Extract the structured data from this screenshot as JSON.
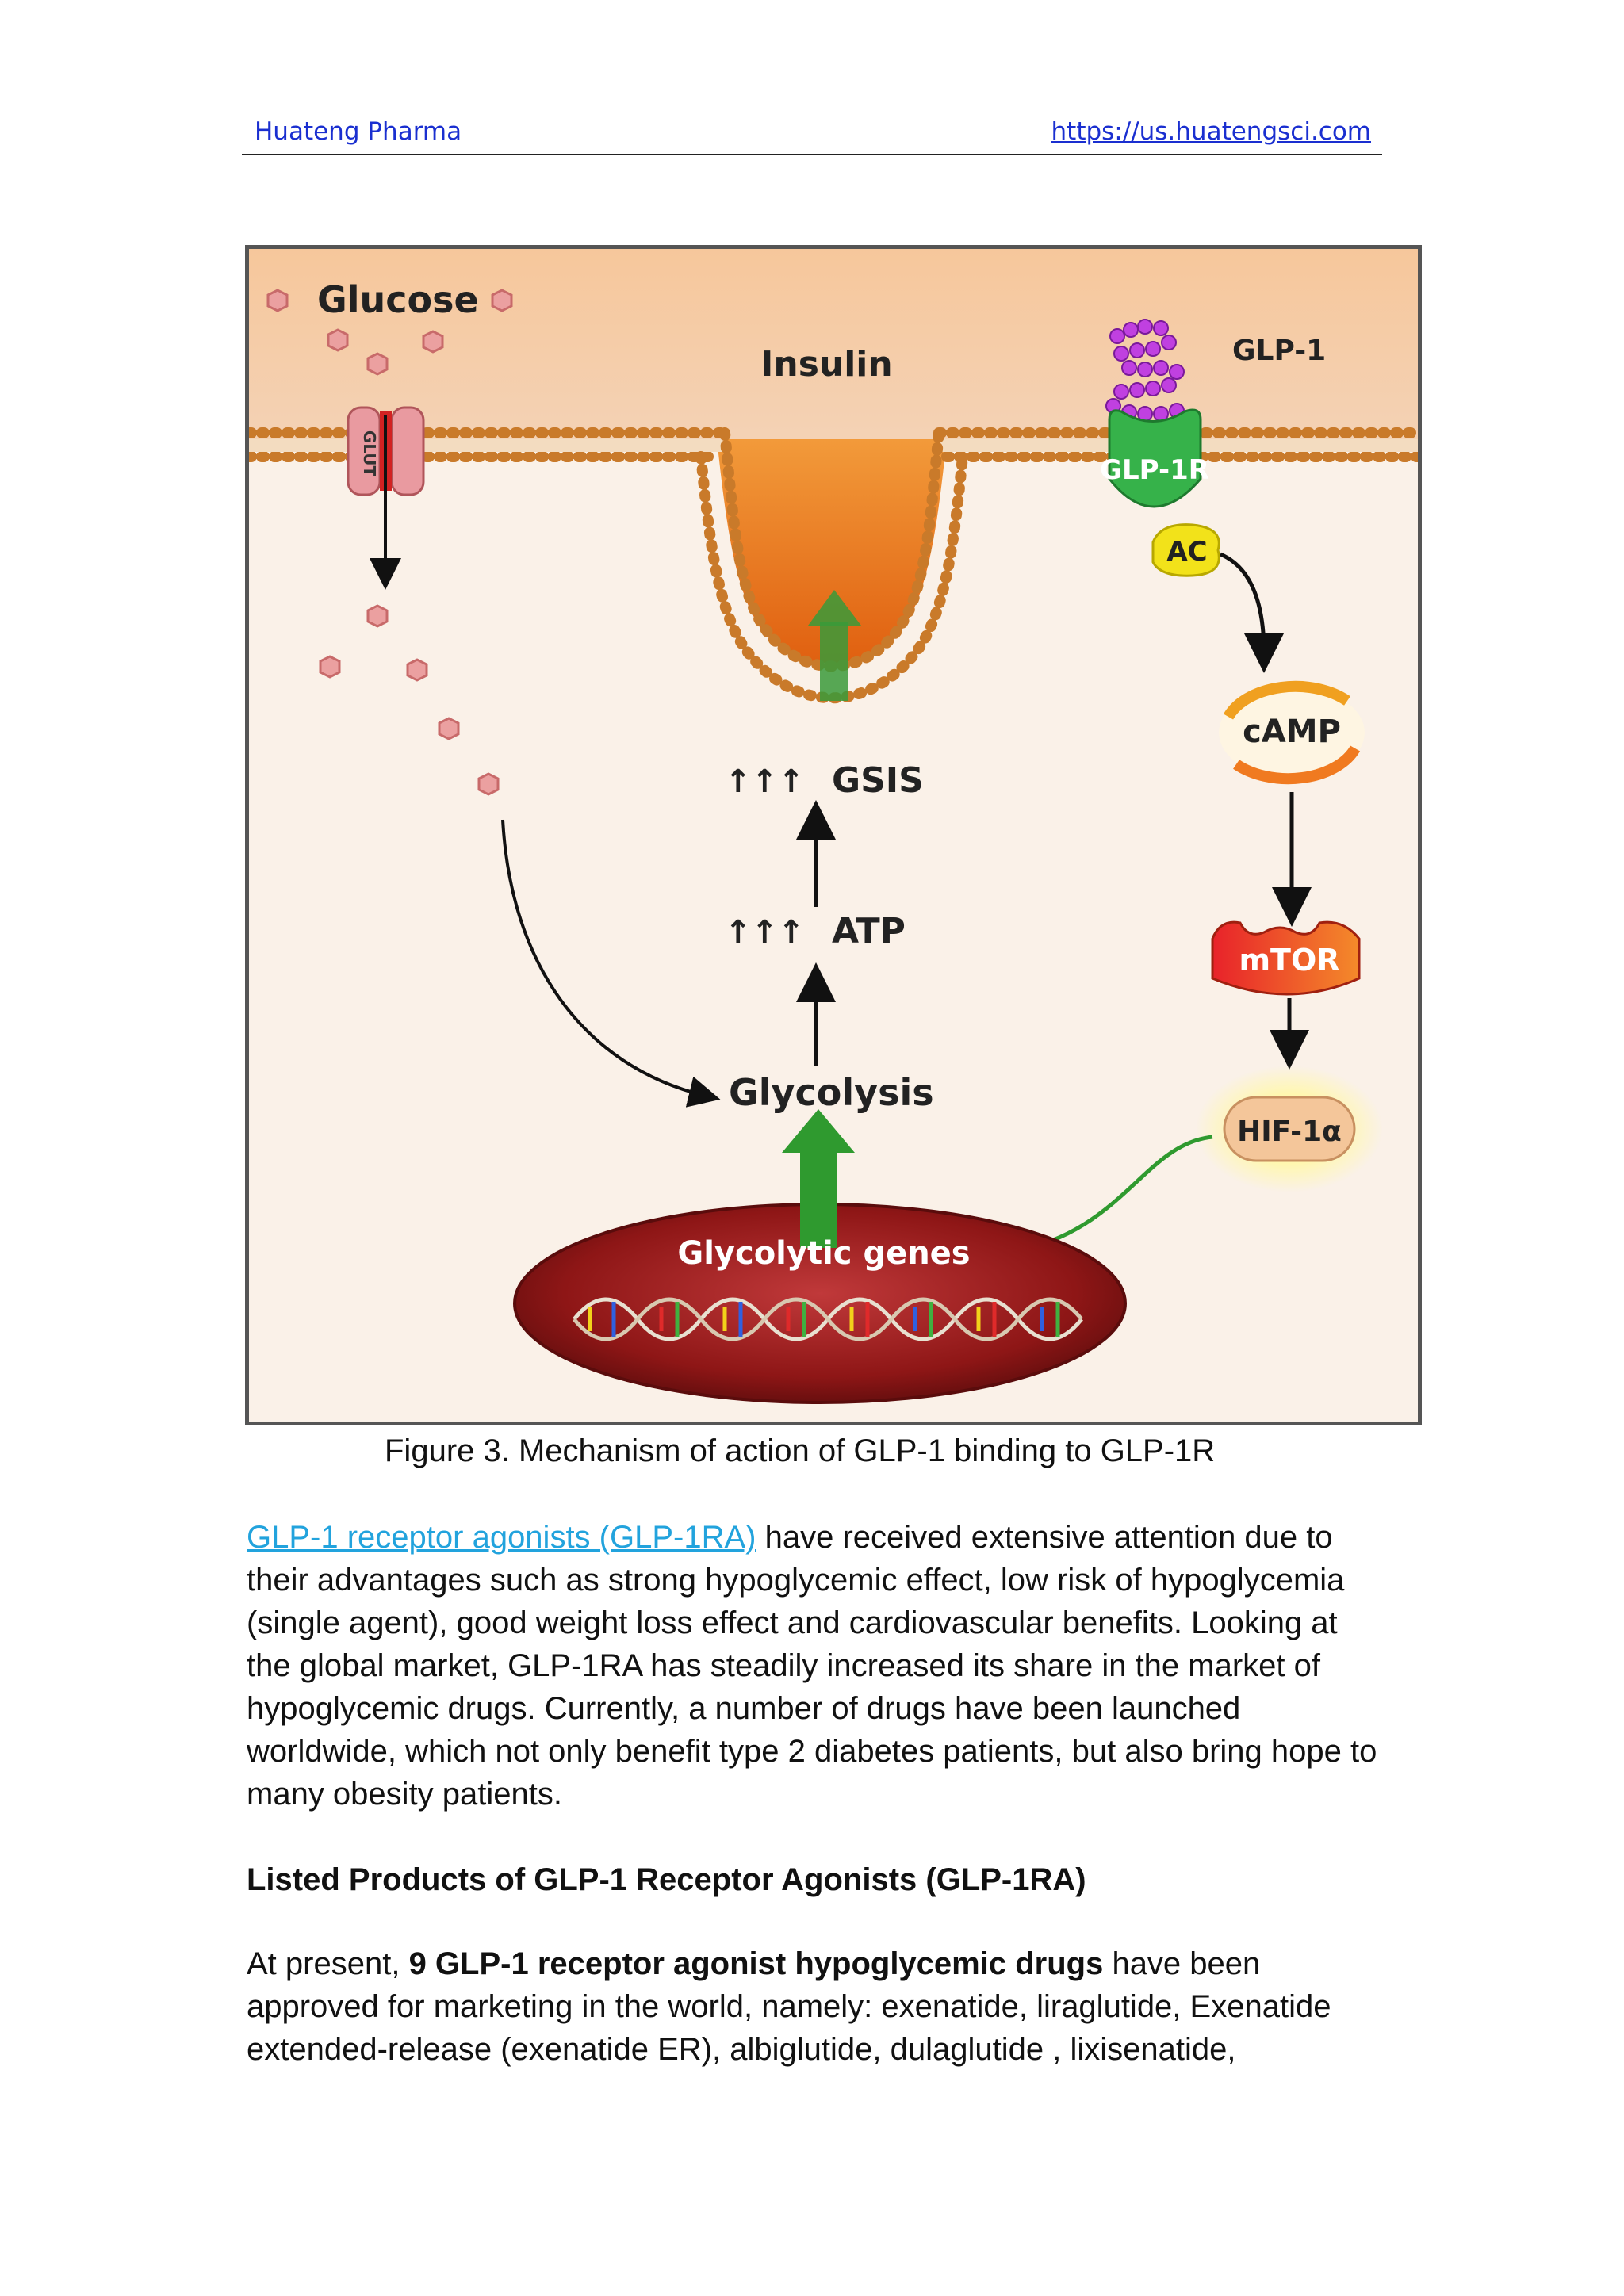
{
  "header": {
    "brand": "Huateng Pharma",
    "url": "https://us.huatengsci.com"
  },
  "figure": {
    "labels": {
      "glucose": "Glucose",
      "insulin": "Insulin",
      "glp1": "GLP-1",
      "glp1r": "GLP-1R",
      "glut": "GLUT",
      "ac": "AC",
      "camp": "cAMP",
      "mtor": "mTOR",
      "hif": "HIF-1α",
      "gsis": "GSIS",
      "atp": "ATP",
      "glycolysis": "Glycolysis",
      "glycolytic_genes": "Glycolytic genes"
    },
    "colors": {
      "membrane": "#c97a2a",
      "glucose": "#e79a9a",
      "glp1": "#c040e0",
      "glp1r": "#36b24a",
      "ac": "#f2e21a",
      "mtor": "#e8452a",
      "nucleus": "#8b1a1a",
      "arrow_green": "#2f9a2f"
    }
  },
  "caption": "Figure 3. Mechanism of action of GLP-1 binding to GLP-1R",
  "intro": {
    "link_text": "GLP-1 receptor agonists (GLP-1RA)",
    "rest": " have received extensive attention due to their advantages such as strong hypoglycemic effect, low risk of hypoglycemia (single agent), good weight loss effect and cardiovascular benefits. Looking at the global market, GLP-1RA has steadily increased its share in the market of hypoglycemic drugs. Currently, a number of drugs have been launched worldwide, which not only benefit type 2 diabetes patients, but also bring hope to many obesity patients."
  },
  "section_heading": "Listed Products of GLP-1 Receptor Agonists (GLP-1RA)",
  "products": {
    "prefix": "At present, ",
    "bold": "9 GLP-1 receptor agonist hypoglycemic drugs",
    "rest": " have been approved for marketing in the world, namely: exenatide, liraglutide, Exenatide extended-release (exenatide ER), albiglutide, dulaglutide , lixisenatide,"
  }
}
